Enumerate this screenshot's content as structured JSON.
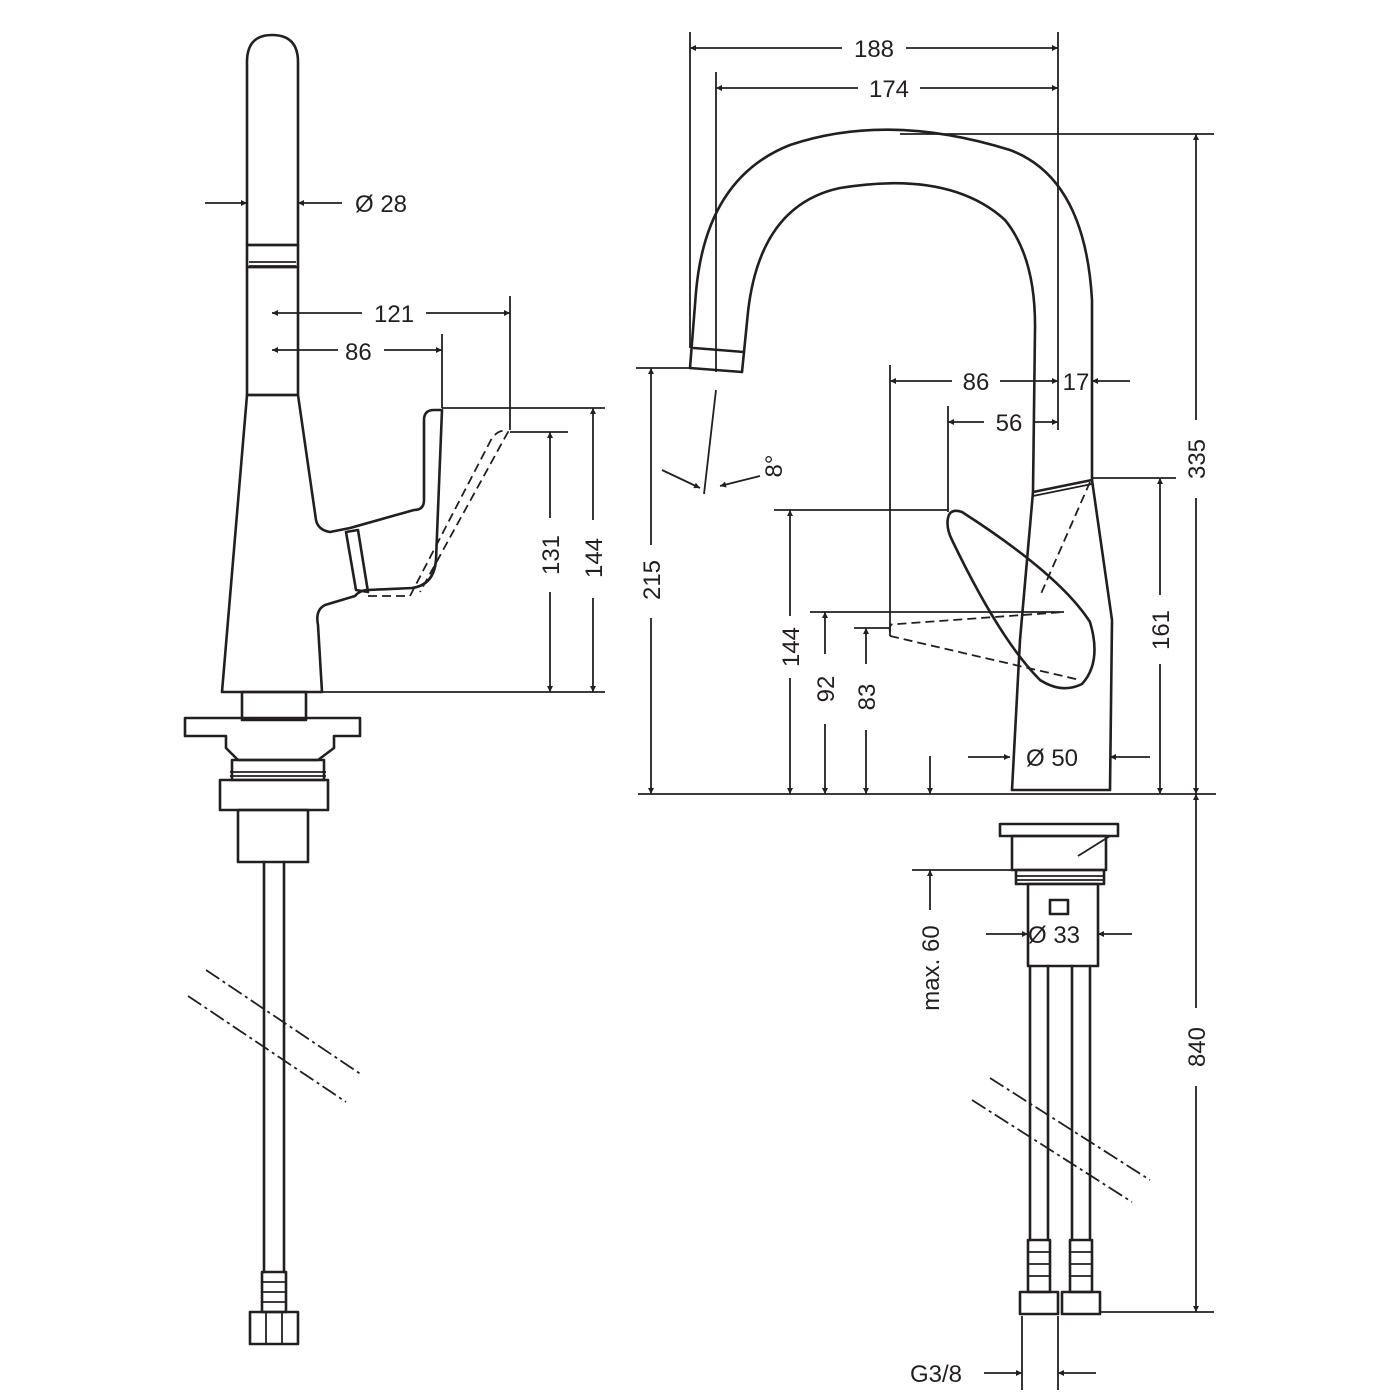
{
  "side_view": {
    "diameter_top": "Ø 28",
    "dim_121": "121",
    "dim_86": "86",
    "dim_131": "131",
    "dim_144": "144"
  },
  "front_view": {
    "dim_188": "188",
    "dim_174": "174",
    "dim_335": "335",
    "dim_86": "86",
    "dim_17": "17",
    "dim_56": "56",
    "angle": "8°",
    "dim_215": "215",
    "dim_144": "144",
    "dim_92": "92",
    "dim_83": "83",
    "dim_161": "161",
    "diameter_body": "Ø 50",
    "max_60": "max. 60",
    "diameter_thread": "Ø 33",
    "dim_840": "840",
    "thread": "G3/8"
  },
  "colors": {
    "ink": "#231f20",
    "paper": "#ffffff"
  }
}
